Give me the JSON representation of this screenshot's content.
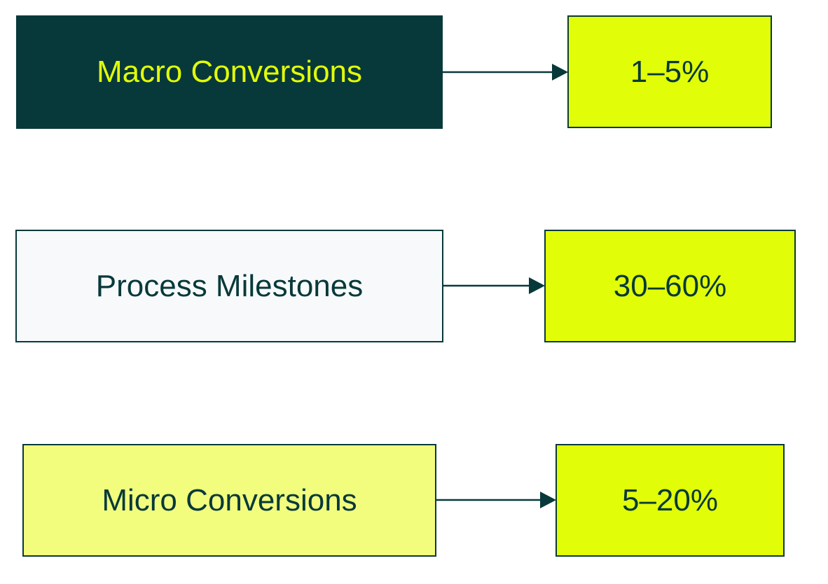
{
  "rows": [
    {
      "label": "Macro Conversions",
      "rate": "1–5%"
    },
    {
      "label": "Process Milestones",
      "rate": "30–60%"
    },
    {
      "label": "Micro Conversions",
      "rate": "5–20%"
    }
  ],
  "colors": {
    "dark": "#08393a",
    "accent": "#e2fd08",
    "light": "#f7f9fb",
    "pale_accent": "#f2fd7e"
  }
}
